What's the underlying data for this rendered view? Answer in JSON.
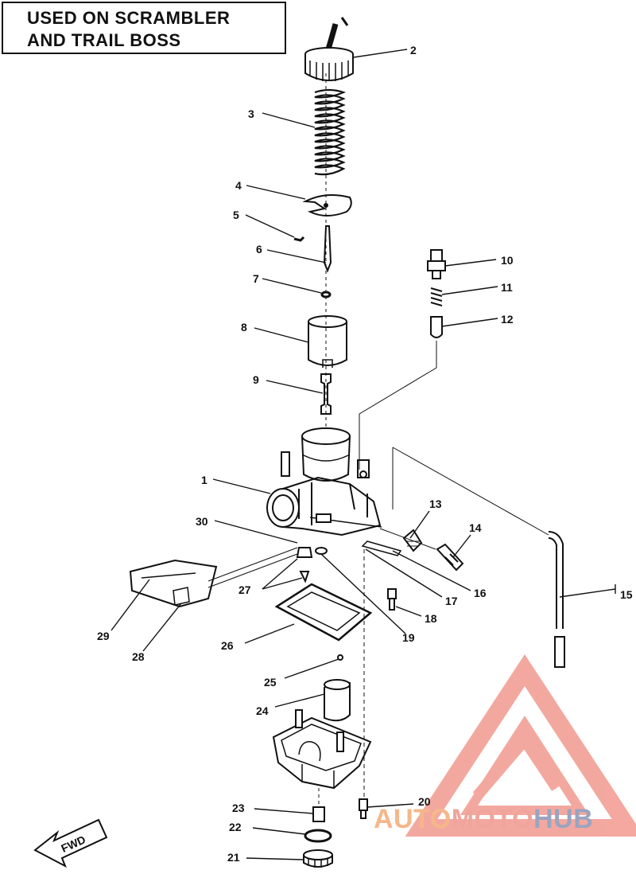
{
  "title": {
    "line1": "USED ON SCRAMBLER",
    "line2": "AND TRAIL BOSS"
  },
  "fwd_label": "FWD",
  "callouts": [
    "1",
    "2",
    "3",
    "4",
    "5",
    "6",
    "7",
    "8",
    "9",
    "10",
    "11",
    "12",
    "13",
    "14",
    "15",
    "16",
    "17",
    "18",
    "19",
    "20",
    "21",
    "22",
    "23",
    "24",
    "25",
    "26",
    "27",
    "28",
    "29",
    "30"
  ],
  "watermark": {
    "part1": "AUTO",
    "part2": "MOTO",
    "part3": "HUB"
  },
  "colors": {
    "ink": "#111111",
    "watermark_red": "#f08b80",
    "watermark_orange": "#f5b78a",
    "watermark_blue": "#9aa4c0"
  }
}
